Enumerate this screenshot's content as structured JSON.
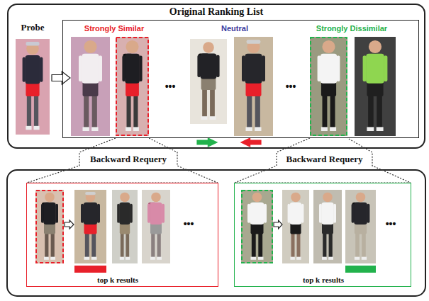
{
  "diagram": {
    "nodes": [
      {
        "text": [
          "Original Ranking List"
        ]
      },
      {
        "text": [
          "Strongly Similar",
          "Neutral",
          "Strongly Dissimilar"
        ],
        "in": 0
      },
      {
        "text": [
          "top k results"
        ]
      },
      {
        "text": [
          "top k results"
        ]
      }
    ],
    "edges": [
      {
        "from": 1,
        "to": 2,
        "label": "Backward Requery",
        "arrow": "none"
      },
      {
        "from": 1,
        "to": 3,
        "label": "Backward Requery",
        "arrow": "none"
      }
    ],
    "labels": [
      "Probe",
      "•••",
      "•••",
      "•••",
      "•••"
    ]
  }
}
